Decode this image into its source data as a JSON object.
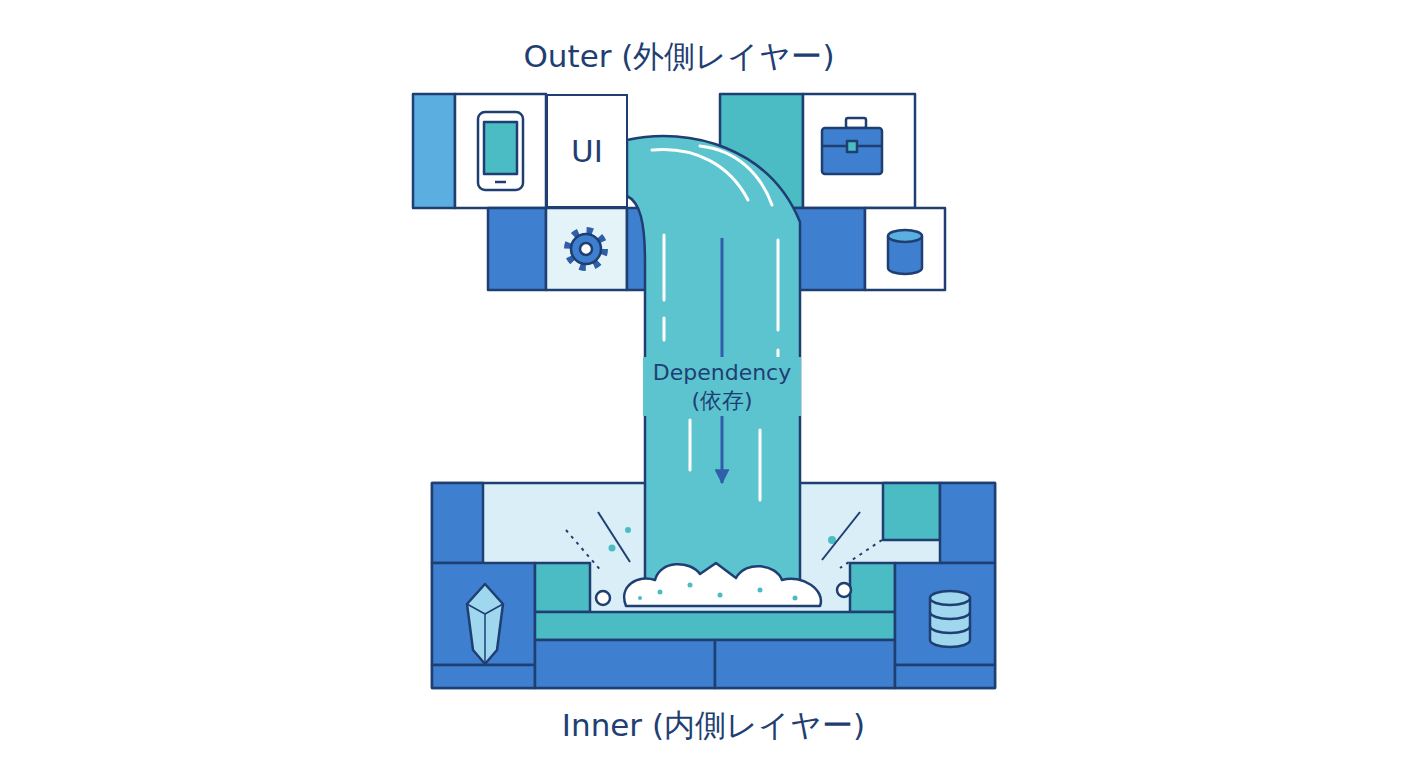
{
  "diagram": {
    "nodes": [
      {
        "text": [
          "Outer (外側レイヤー)"
        ]
      },
      {
        "text": [
          "UI"
        ],
        "in": 0
      },
      {
        "text": [
          "Inner (内側レイヤー)"
        ]
      }
    ],
    "edges": [
      {
        "from": 0,
        "to": 2,
        "arrow": "to",
        "label": "Dependency (依存)"
      }
    ]
  }
}
